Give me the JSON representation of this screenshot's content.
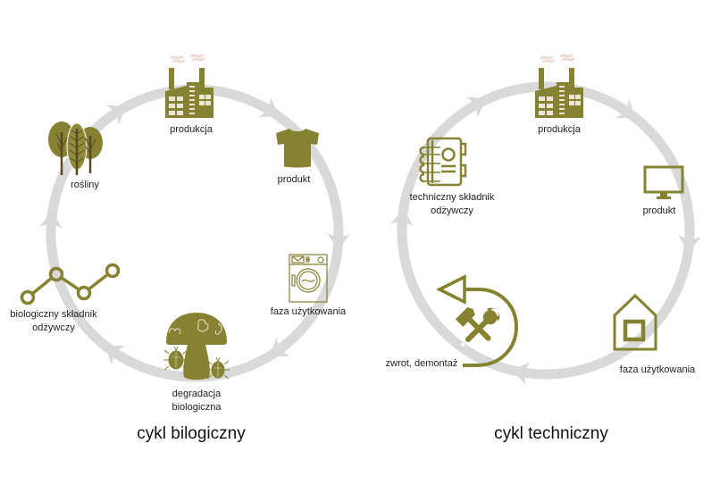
{
  "colors": {
    "icon": "#858232",
    "icon_dark": "#5a4a22",
    "ring": "#d9d9d9",
    "smoke": "#ecdcd4",
    "window": "#efe4da",
    "text": "#222222"
  },
  "biological_cycle": {
    "title": "cykl bilogiczny",
    "direction": "clockwise",
    "nodes": [
      {
        "label": "produkcja",
        "icon": "factory-icon"
      },
      {
        "label": "produkt",
        "icon": "tshirt-icon"
      },
      {
        "label": "faza użytkowania",
        "icon": "washing-machine-icon"
      },
      {
        "label": "degradacja biologiczna",
        "label_lines": [
          "degradacja",
          "biologiczna"
        ],
        "icon": "mushroom-beetles-icon"
      },
      {
        "label": "biologiczny składnik odżywczy",
        "label_lines": [
          "biologiczny składnik",
          "odżywczy"
        ],
        "icon": "nutrient-chain-icon"
      },
      {
        "label": "rośliny",
        "icon": "trees-icon"
      }
    ]
  },
  "technical_cycle": {
    "title": "cykl techniczny",
    "direction": "clockwise",
    "nodes": [
      {
        "label": "produkcja",
        "icon": "factory-icon"
      },
      {
        "label": "produkt",
        "icon": "monitor-icon"
      },
      {
        "label": "faza użytkowania",
        "icon": "house-icon"
      },
      {
        "label": "zwrot, demontaż",
        "icon": "return-tools-icon"
      },
      {
        "label": "techniczny składnik odżywczy",
        "label_lines": [
          "techniczny składnik",
          "odżywczy"
        ],
        "icon": "notebook-icon"
      }
    ]
  }
}
